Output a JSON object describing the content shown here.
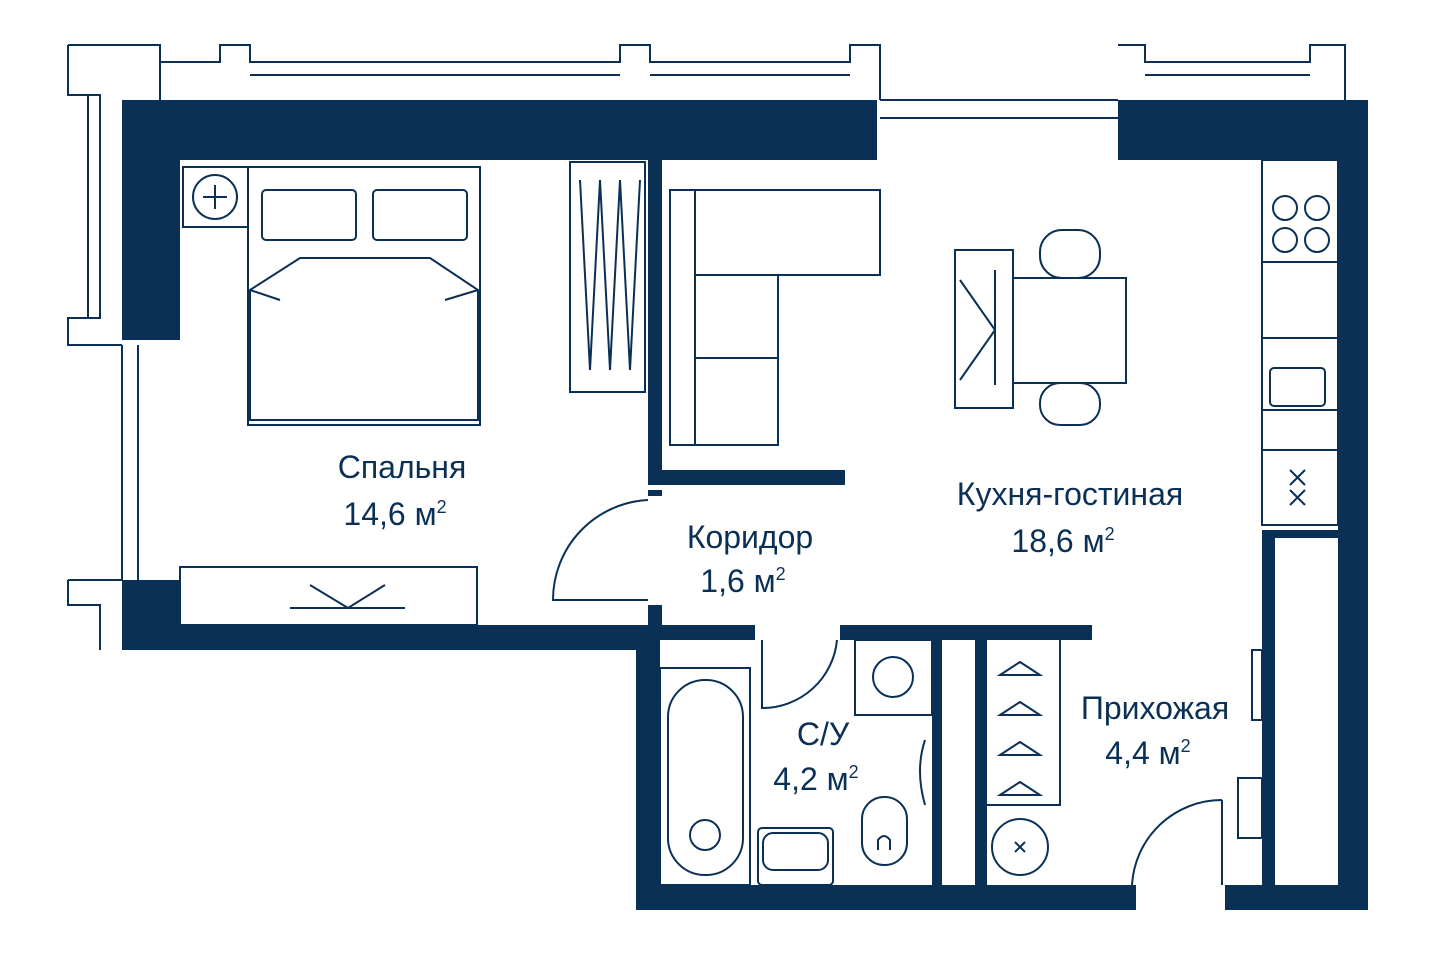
{
  "colors": {
    "wall": "#0b3056",
    "background": "#ffffff"
  },
  "rooms": [
    {
      "name": "Спальня",
      "area": "14,6 м",
      "sup": "2"
    },
    {
      "name": "Коридор",
      "area": "1,6 м",
      "sup": "2"
    },
    {
      "name": "Кухня-гостиная",
      "area": "18,6 м",
      "sup": "2"
    },
    {
      "name": "С/У",
      "area": "4,2 м",
      "sup": "2"
    },
    {
      "name": "Прихожая",
      "area": "4,4 м",
      "sup": "2"
    }
  ]
}
